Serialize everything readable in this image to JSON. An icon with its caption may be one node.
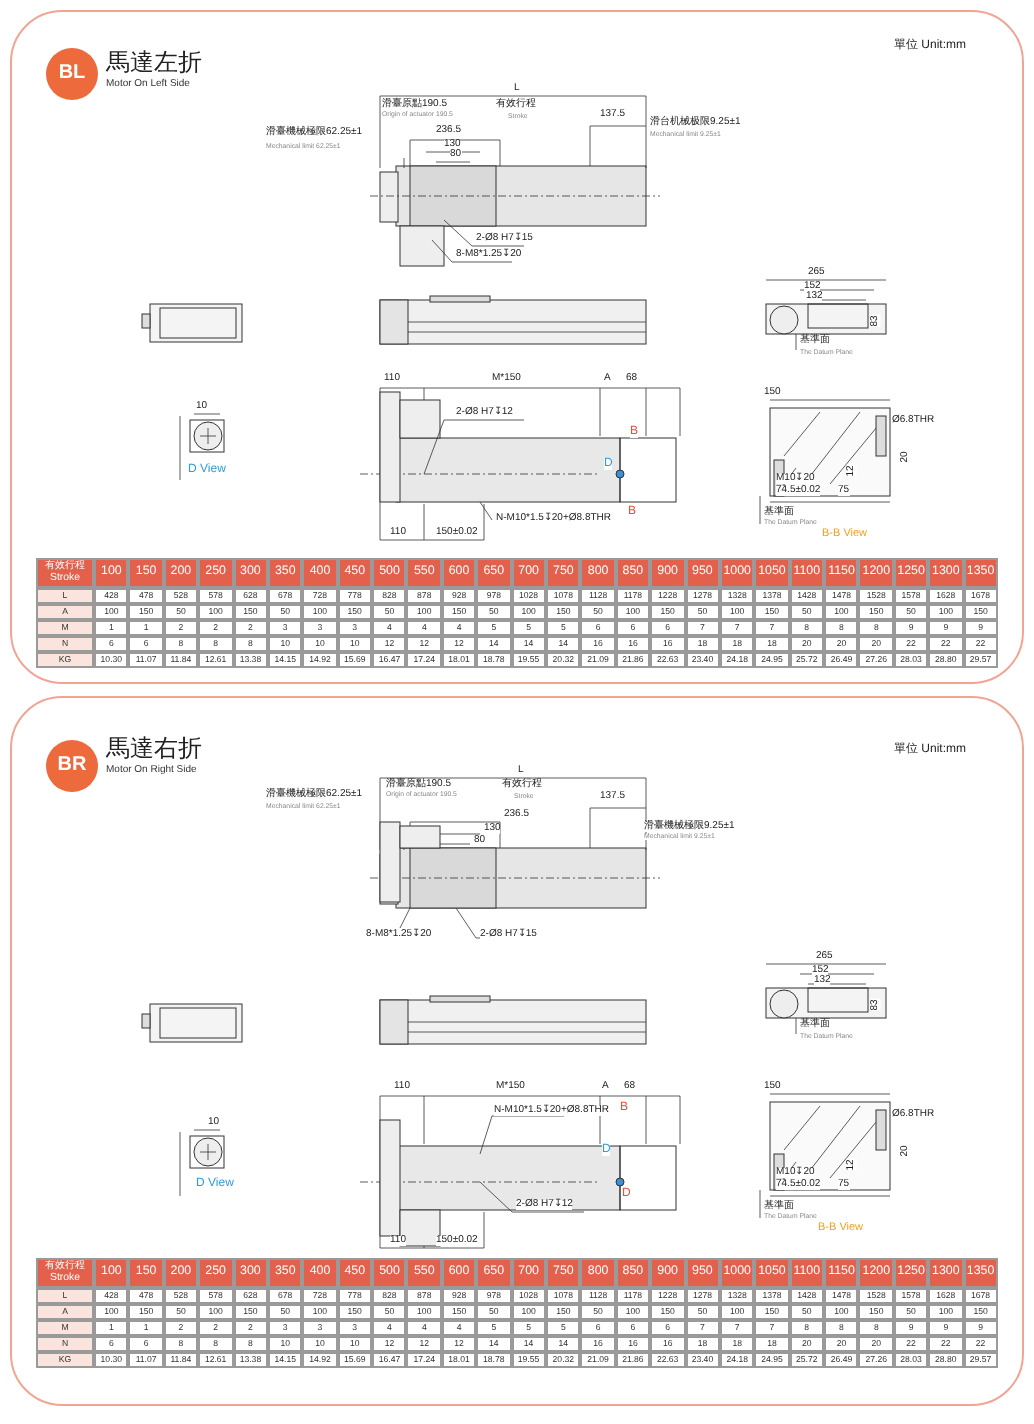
{
  "diagram": {
    "nodes": [
      {
        "text": [
          "馬達左折",
          "Motor On Left Side"
        ]
      },
      {
        "text": [
          "BL"
        ],
        "in": 0
      },
      {
        "text": [
          "馬達右折",
          "Motor On Right Side"
        ]
      },
      {
        "text": [
          "BR"
        ],
        "in": 2
      }
    ],
    "edges": [],
    "labels": [
      "單位 Unit:mm",
      "L",
      "滑臺原點190.5",
      "Origin of actuator 190.5",
      "有效行程",
      "Stroke",
      "137.5",
      "滑台机械极限9.25±1",
      "Mechanical limit 9.25±1",
      "滑臺機械極限62.25±1",
      "Mechanical limit 62.25±1",
      "236.5",
      "130",
      "80",
      "2-Ø8 H7↧15",
      "8-M8*1.25↧20",
      "265",
      "152",
      "132",
      "83",
      "基準面",
      "The Datum Plane",
      "110",
      "M*150",
      "A",
      "68",
      "10",
      "2-Ø8 H7↧12",
      "B",
      "D",
      "B",
      "D View",
      "150",
      "Ø6.8THR",
      "20",
      "12",
      "M10↧20",
      "74.5±0.02",
      "75",
      "基準面",
      "The Datum Plane",
      "B-B View",
      "N-M10*1.5↧20+Ø8.8THR",
      "110",
      "150±0.02",
      "有效行程 Stroke",
      "100",
      "150",
      "200",
      "250",
      "300",
      "350",
      "400",
      "450",
      "500",
      "550",
      "600",
      "650",
      "700",
      "750",
      "800",
      "850",
      "900",
      "950",
      "1000",
      "1050",
      "1100",
      "1150",
      "1200",
      "1250",
      "1300",
      "1350",
      "L",
      "428",
      "478",
      "528",
      "578",
      "628",
      "678",
      "728",
      "778",
      "828",
      "878",
      "928",
      "978",
      "1028",
      "1078",
      "1128",
      "1178",
      "1228",
      "1278",
      "1328",
      "1378",
      "1428",
      "1478",
      "1528",
      "1578",
      "1628",
      "1678",
      "A",
      "100",
      "150",
      "50",
      "100",
      "150",
      "50",
      "100",
      "150",
      "50",
      "100",
      "150",
      "50",
      "100",
      "150",
      "50",
      "100",
      "150",
      "50",
      "100",
      "150",
      "50",
      "100",
      "150",
      "50",
      "100",
      "150",
      "M",
      "1",
      "1",
      "2",
      "2",
      "2",
      "3",
      "3",
      "3",
      "4",
      "4",
      "4",
      "5",
      "5",
      "5",
      "6",
      "6",
      "6",
      "7",
      "7",
      "7",
      "8",
      "8",
      "8",
      "9",
      "9",
      "9",
      "N",
      "6",
      "6",
      "8",
      "8",
      "8",
      "10",
      "10",
      "10",
      "12",
      "12",
      "12",
      "14",
      "14",
      "14",
      "16",
      "16",
      "16",
      "18",
      "18",
      "18",
      "20",
      "20",
      "20",
      "22",
      "22",
      "22",
      "KG",
      "10.30",
      "11.07",
      "11.84",
      "12.61",
      "13.38",
      "14.15",
      "14.92",
      "15.69",
      "16.47",
      "17.24",
      "18.01",
      "18.78",
      "19.55",
      "20.32",
      "21.09",
      "21.86",
      "22.63",
      "23.40",
      "24.18",
      "24.95",
      "25.72",
      "26.49",
      "27.26",
      "28.03",
      "28.80",
      "29.57",
      "單位 Unit:mm",
      "L",
      "滑臺原點190.5",
      "Origin of actuator 190.5",
      "有效行程",
      "Stroke",
      "滑臺機械極限62.25±1",
      "Mechanical limit 62.25±1",
      "137.5",
      "236.5",
      "130",
      "80",
      "滑臺機械極限9.25±1",
      "Mechanical limit 9.25±1",
      "8-M8*1.25↧20",
      "2-Ø8 H7↧15",
      "265",
      "152",
      "132",
      "83",
      "基準面",
      "The Datum Plane",
      "110",
      "M*150",
      "A",
      "68",
      "N-M10*1.5↧20+Ø8.8THR",
      "B",
      "10",
      "D",
      "D",
      "D View",
      "2-Ø8 H7↧12",
      "110",
      "150±0.02",
      "150",
      "Ø6.8THR",
      "20",
      "12",
      "M10↧20",
      "74.5±0.02",
      "75",
      "基準面",
      "The Datum Plane",
      "B-B View",
      "有效行程 Stroke",
      "100",
      "150",
      "200",
      "250",
      "300",
      "350",
      "400",
      "450",
      "500",
      "550",
      "600",
      "650",
      "700",
      "750",
      "800",
      "850",
      "900",
      "950",
      "1000",
      "1050",
      "1100",
      "1150",
      "1200",
      "1250",
      "1300",
      "1350",
      "L",
      "428",
      "478",
      "528",
      "578",
      "628",
      "678",
      "728",
      "778",
      "828",
      "878",
      "928",
      "978",
      "1028",
      "1078",
      "1128",
      "1178",
      "1228",
      "1278",
      "1328",
      "1378",
      "1428",
      "1478",
      "1528",
      "1578",
      "1628",
      "1678",
      "A",
      "100",
      "150",
      "50",
      "100",
      "150",
      "50",
      "100",
      "150",
      "50",
      "100",
      "150",
      "50",
      "100",
      "150",
      "50",
      "100",
      "150",
      "50",
      "100",
      "150",
      "50",
      "100",
      "150",
      "50",
      "100",
      "150",
      "M",
      "1",
      "1",
      "2",
      "2",
      "2",
      "3",
      "3",
      "3",
      "4",
      "4",
      "4",
      "5",
      "5",
      "5",
      "6",
      "6",
      "6",
      "7",
      "7",
      "7",
      "8",
      "8",
      "8",
      "9",
      "9",
      "9",
      "N",
      "6",
      "6",
      "8",
      "8",
      "8",
      "10",
      "10",
      "10",
      "12",
      "12",
      "12",
      "14",
      "14",
      "14",
      "16",
      "16",
      "16",
      "18",
      "18",
      "18",
      "20",
      "20",
      "20",
      "22",
      "22",
      "22",
      "KG",
      "10.30",
      "11.07",
      "11.84",
      "12.61",
      "13.38",
      "14.15",
      "14.92",
      "15.69",
      "16.47",
      "17.24",
      "18.01",
      "18.78",
      "19.55",
      "20.32",
      "21.09",
      "21.86",
      "22.63",
      "23.40",
      "24.18",
      "24.95",
      "25.72",
      "26.49",
      "27.26",
      "28.03",
      "28.80",
      "29.57"
    ]
  }
}
